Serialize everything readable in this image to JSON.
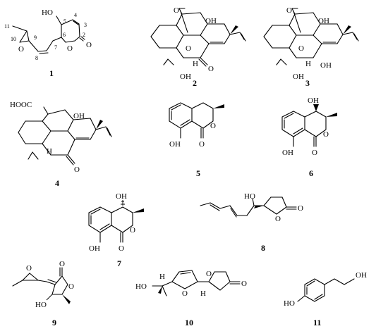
{
  "compounds": [
    {
      "id": "1",
      "labels": {
        "oh_5": "HO",
        "c5": "5",
        "c4": "4",
        "c3": "3",
        "c2": "2",
        "c6": "6",
        "c7": "7",
        "c8": "8",
        "c9": "9",
        "c10": "10",
        "c11": "11",
        "o_epox": "O",
        "o_ring": "O",
        "o_carbonyl": "O"
      }
    },
    {
      "id": "2",
      "labels": {
        "o_ketone": "O",
        "oh_top": "OH",
        "o_bridge": "O",
        "h_ring": "H",
        "o_ketone2": "O",
        "oh_bottom": "OH"
      }
    },
    {
      "id": "3",
      "labels": {
        "o_ketone": "O",
        "oh_top": "OH",
        "o_bridge": "O",
        "h_ring": "H",
        "oh_right": "OH",
        "oh_bottom": "OH"
      }
    },
    {
      "id": "4",
      "labels": {
        "cooh": "HOOC",
        "oh_top": "OH",
        "h_ring": "H",
        "o_ketone": "O"
      }
    },
    {
      "id": "5",
      "labels": {
        "o_ring": "O",
        "o_carbonyl": "O",
        "oh": "OH"
      }
    },
    {
      "id": "6",
      "labels": {
        "oh_top": "OH",
        "o_ring": "O",
        "o_carbonyl": "O",
        "oh": "OH"
      }
    },
    {
      "id": "7",
      "labels": {
        "oh_top": "OH",
        "o_ring": "O",
        "o_carbonyl": "O",
        "oh": "OH"
      }
    },
    {
      "id": "8",
      "labels": {
        "ho": "HO",
        "o_ring": "O",
        "o_carbonyl": "O"
      }
    },
    {
      "id": "9",
      "labels": {
        "o_epox": "O",
        "o_carbonyl": "O",
        "o_ring": "O",
        "ho": "HO"
      }
    },
    {
      "id": "10",
      "labels": {
        "ho": "HO",
        "h1": "H",
        "o_ring1": "O",
        "o_ring2": "O",
        "h2": "H",
        "o_carbonyl": "O"
      }
    },
    {
      "id": "11",
      "labels": {
        "ho": "HO",
        "oh": "OH"
      }
    }
  ]
}
